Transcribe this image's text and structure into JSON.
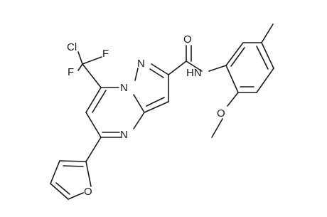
{
  "molecule": {
    "atom_labels": {
      "cl": "Cl",
      "f_upper": "F",
      "f_left": "F",
      "n_bridge": "N",
      "n_pyrazole": "N",
      "n_pyrimidine": "N",
      "o_carbonyl": "O",
      "nh": "HN",
      "o_methoxy": "O",
      "o_furan": "O"
    }
  }
}
